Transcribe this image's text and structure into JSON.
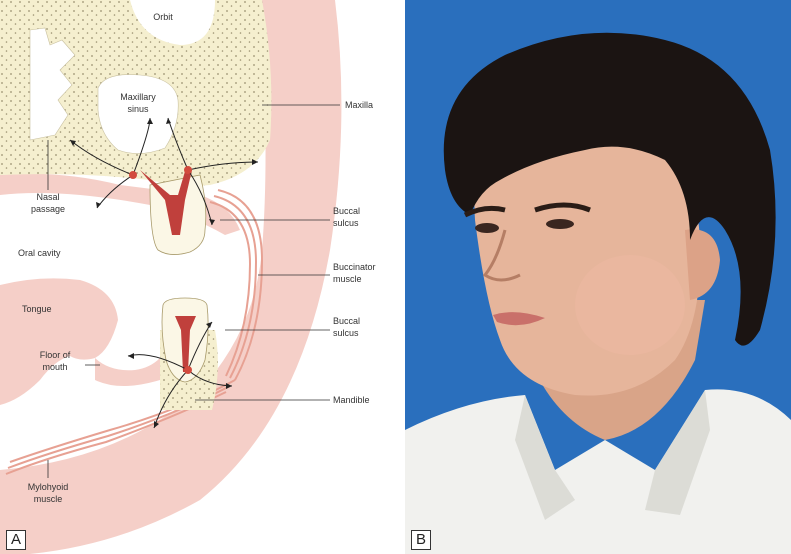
{
  "panel_a": {
    "letter": "A",
    "labels": {
      "orbit": "Orbit",
      "maxillary_sinus_1": "Maxillary",
      "maxillary_sinus_2": "sinus",
      "maxilla": "Maxilla",
      "nasal_passage_1": "Nasal",
      "nasal_passage_2": "passage",
      "buccal_sulcus_upper_1": "Buccal",
      "buccal_sulcus_upper_2": "sulcus",
      "oral_cavity": "Oral cavity",
      "buccinator_1": "Buccinator",
      "buccinator_2": "muscle",
      "tongue": "Tongue",
      "buccal_sulcus_lower_1": "Buccal",
      "buccal_sulcus_lower_2": "sulcus",
      "floor_of_mouth_1": "Floor of",
      "floor_of_mouth_2": "mouth",
      "mandible": "Mandible",
      "mylohyoid_1": "Mylohyoid",
      "mylohyoid_2": "muscle"
    },
    "colors": {
      "bone": "#f5efcf",
      "soft_tissue": "#f5cfc8",
      "muscle": "#e7a193",
      "pulp": "#c0403c",
      "infection_dot": "#d24b3e"
    }
  },
  "panel_b": {
    "letter": "B",
    "colors": {
      "background": "#2a6fbd",
      "skin": "#e6b59b",
      "hair": "#1b1412",
      "shirt": "#f1f1ee"
    }
  }
}
